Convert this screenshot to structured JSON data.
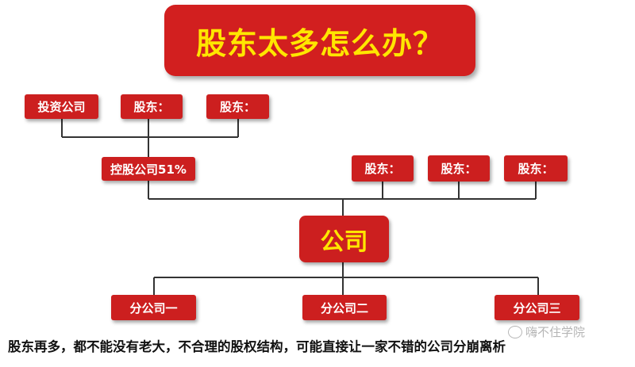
{
  "title": "股东太多怎么办？",
  "top_row": [
    {
      "label": "投资公司"
    },
    {
      "label": "股东："
    },
    {
      "label": "股东："
    }
  ],
  "holding": {
    "label": "控股公司51%"
  },
  "right_row": [
    {
      "label": "股东："
    },
    {
      "label": "股东："
    },
    {
      "label": "股东："
    }
  ],
  "company": {
    "label": "公司"
  },
  "branches": [
    {
      "label": "分公司一"
    },
    {
      "label": "分公司二"
    },
    {
      "label": "分公司三"
    }
  ],
  "caption": "股东再多，都不能没有老大，不合理的股权结构，可能直接让一家不错的公司分崩离析",
  "watermark": "嗨不住学院",
  "colors": {
    "box": "#cc1f1f",
    "title_text": "#ffe600",
    "line": "#333333"
  }
}
